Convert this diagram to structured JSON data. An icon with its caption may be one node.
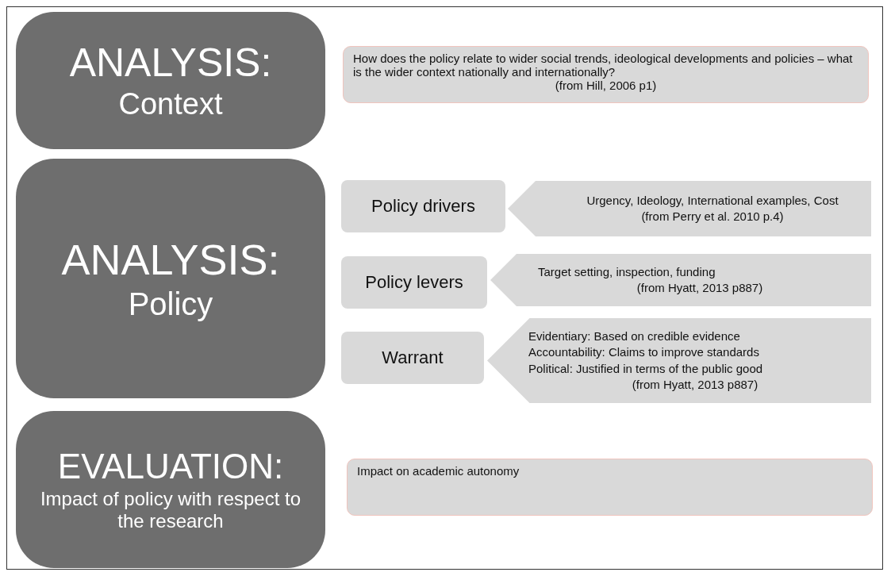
{
  "diagram": {
    "nodes": [
      {
        "text": [
          "ANALYSIS:",
          "Context"
        ]
      },
      {
        "text": [
          "How does the policy relate to wider social trends, ideological developments and policies – what is the wider context nationally and internationally?",
          "(from Hill, 2006 p1)"
        ]
      },
      {
        "text": [
          "ANALYSIS:",
          "Policy"
        ]
      },
      {
        "text": [
          "Policy drivers"
        ]
      },
      {
        "text": [
          "Urgency, Ideology, International examples, Cost",
          "(from Perry et al. 2010 p.4)"
        ]
      },
      {
        "text": [
          "Policy levers"
        ]
      },
      {
        "text": [
          "Target setting, inspection, funding",
          "(from Hyatt, 2013 p887)"
        ]
      },
      {
        "text": [
          "Warrant"
        ]
      },
      {
        "text": [
          "Evidentiary: Based on credible evidence",
          "Accountability: Claims to improve standards",
          "Political: Justified in terms of the public good",
          "(from Hyatt, 2013 p887)"
        ]
      },
      {
        "text": [
          "EVALUATION:",
          "Impact of policy with respect to the research"
        ]
      },
      {
        "text": [
          "Impact on academic autonomy"
        ]
      }
    ]
  }
}
